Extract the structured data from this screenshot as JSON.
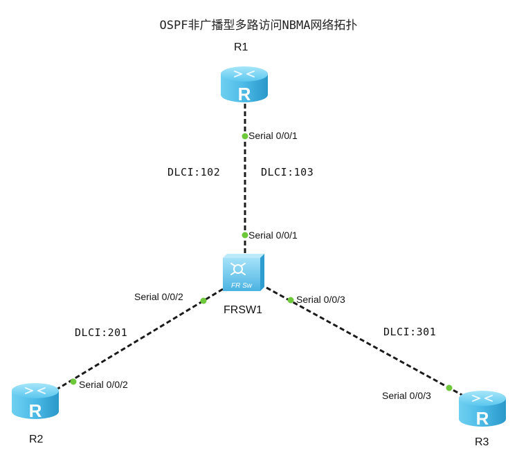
{
  "title": "OSPF非广播型多路访问NBMA网络拓扑",
  "devices": {
    "r1": {
      "name": "R1",
      "type": "router",
      "icon": "router-icon",
      "glyph": "R"
    },
    "r2": {
      "name": "R2",
      "type": "router",
      "icon": "router-icon",
      "glyph": "R"
    },
    "r3": {
      "name": "R3",
      "type": "router",
      "icon": "router-icon",
      "glyph": "R"
    },
    "frsw1": {
      "name": "FRSW1",
      "type": "frame-relay-switch",
      "icon": "frame-relay-switch-icon",
      "glyph": "FR Sw"
    }
  },
  "links": [
    {
      "from": "R1",
      "to": "FRSW1",
      "from_port": "Serial 0/0/1",
      "to_port": "Serial 0/0/1",
      "dlci": [
        "DLCI:102",
        "DLCI:103"
      ]
    },
    {
      "from": "FRSW1",
      "to": "R2",
      "from_port": "Serial 0/0/2",
      "to_port": "Serial 0/0/2",
      "dlci": [
        "DLCI:201"
      ]
    },
    {
      "from": "FRSW1",
      "to": "R3",
      "from_port": "Serial 0/0/3",
      "to_port": "Serial 0/0/3",
      "dlci": [
        "DLCI:301"
      ]
    }
  ],
  "colors": {
    "link": "#1a1a1a",
    "port_dot": "#6dc93a",
    "device_fill": "#5cc7ee",
    "device_dark": "#2a98c9"
  }
}
